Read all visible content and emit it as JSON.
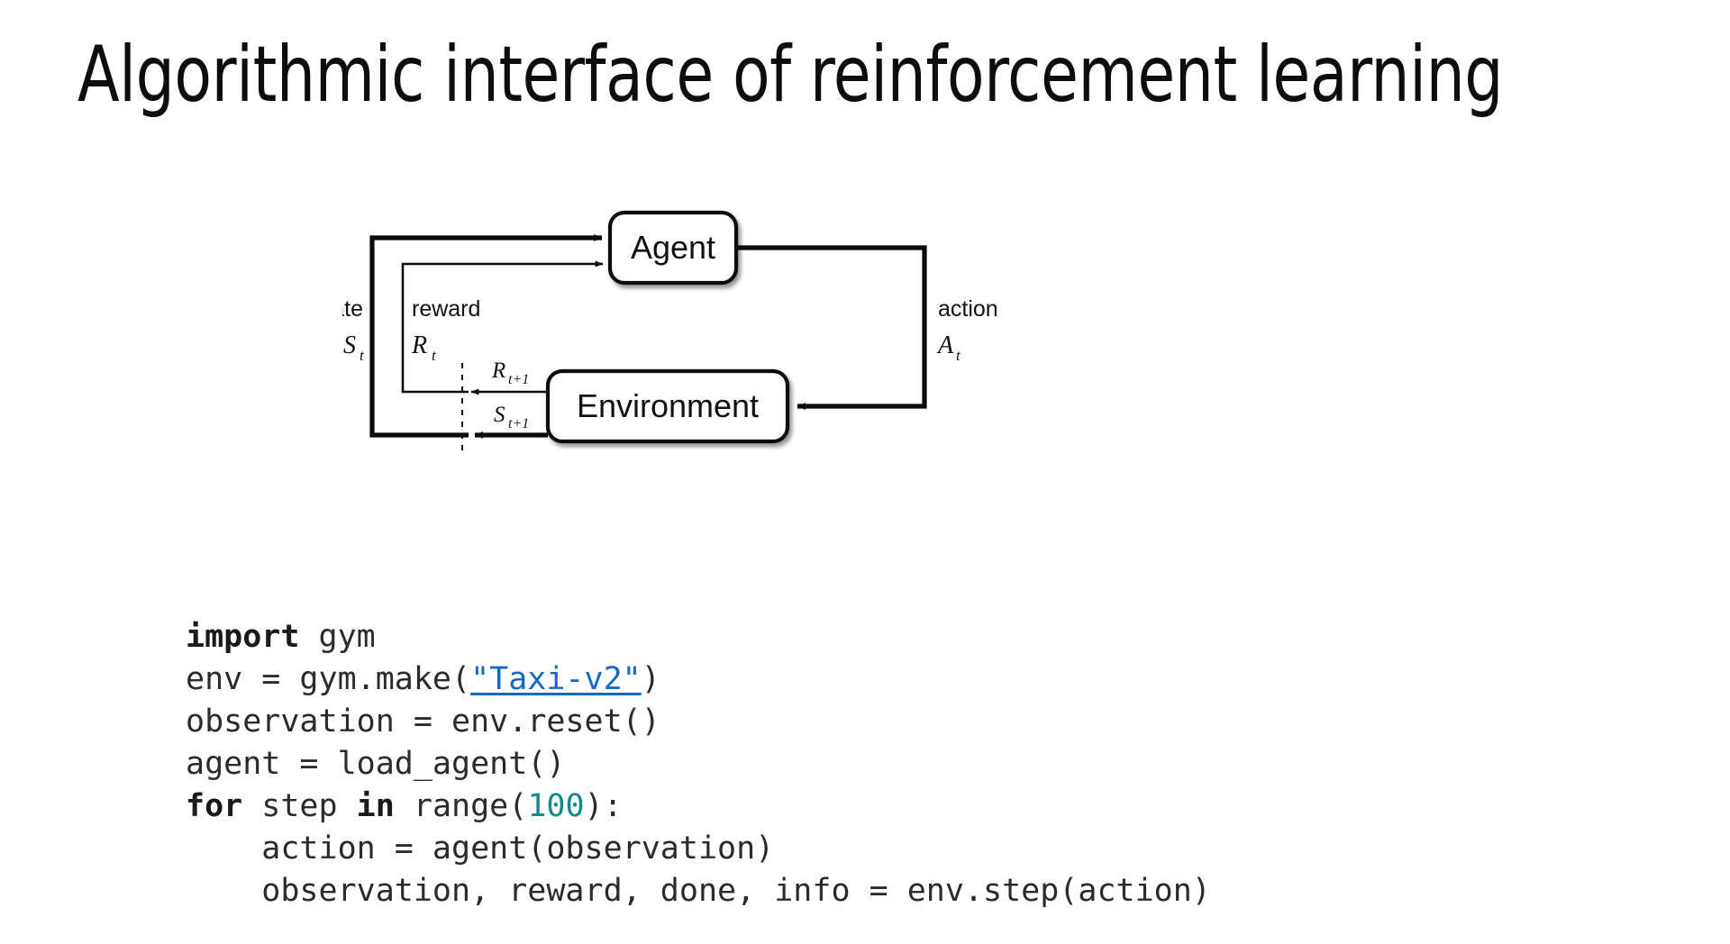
{
  "slide": {
    "title": "Algorithmic interface of reinforcement learning",
    "background_color": "#ffffff",
    "text_color": "#0d0d0d"
  },
  "diagram": {
    "name": "agent-environment-interaction-loop",
    "nodes": [
      {
        "id": "agent",
        "label": "Agent"
      },
      {
        "id": "environment",
        "label": "Environment"
      }
    ],
    "edge_labels": {
      "state_word": "state",
      "state_symbol": "S",
      "state_subscript": "t",
      "reward_word": "reward",
      "reward_symbol": "R",
      "reward_subscript": "t",
      "action_word": "action",
      "action_symbol": "A",
      "action_subscript": "t",
      "next_reward_symbol": "R",
      "next_reward_subscript": "t+1",
      "next_state_symbol": "S",
      "next_state_subscript": "t+1"
    },
    "stroke_color": "#0a0a0a"
  },
  "code": {
    "language": "python",
    "link_color": "#1668c4",
    "number_color": "#0e8b86",
    "text_color": "#2b2b2b",
    "lines": [
      {
        "id": "line-1",
        "segments": [
          {
            "t": "import",
            "k": "kw"
          },
          {
            "t": " gym",
            "k": ""
          }
        ]
      },
      {
        "id": "line-2",
        "segments": [
          {
            "t": "env = gym.make(",
            "k": ""
          },
          {
            "t": "\"Taxi-v2\"",
            "k": "lnk"
          },
          {
            "t": ")",
            "k": ""
          }
        ]
      },
      {
        "id": "line-3",
        "segments": [
          {
            "t": "observation = env.reset()",
            "k": ""
          }
        ]
      },
      {
        "id": "line-4",
        "segments": [
          {
            "t": "agent = load_agent()",
            "k": ""
          }
        ]
      },
      {
        "id": "line-5",
        "segments": [
          {
            "t": "for",
            "k": "kw"
          },
          {
            "t": " step ",
            "k": ""
          },
          {
            "t": "in",
            "k": "kw"
          },
          {
            "t": " range(",
            "k": ""
          },
          {
            "t": "100",
            "k": "num"
          },
          {
            "t": "):",
            "k": ""
          }
        ]
      },
      {
        "id": "line-6",
        "segments": [
          {
            "t": "    action = agent(observation)",
            "k": ""
          }
        ]
      },
      {
        "id": "line-7",
        "segments": [
          {
            "t": "    observation, reward, done, info = env.step(action)",
            "k": ""
          }
        ]
      }
    ]
  }
}
